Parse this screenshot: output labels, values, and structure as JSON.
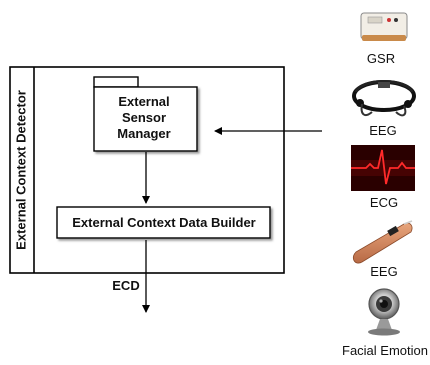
{
  "detector": {
    "title": "External Context Detector"
  },
  "sensor_manager": {
    "line1": "External",
    "line2": "Sensor",
    "line3": "Manager"
  },
  "data_builder": {
    "label": "External Context Data Builder"
  },
  "output": {
    "label": "ECD"
  },
  "sensors": [
    {
      "label": "GSR",
      "icon": "gsr-device-icon"
    },
    {
      "label": "EEG",
      "icon": "eeg-headset-icon"
    },
    {
      "label": "ECG",
      "icon": "ecg-waveform-icon"
    },
    {
      "label": "EEG",
      "icon": "arm-sensor-icon"
    },
    {
      "label": "Facial Emotion",
      "icon": "webcam-icon"
    }
  ],
  "colors": {
    "ecg_background": "#2a0000",
    "ecg_wave": "#ff2a2a",
    "stroke": "#000000"
  }
}
